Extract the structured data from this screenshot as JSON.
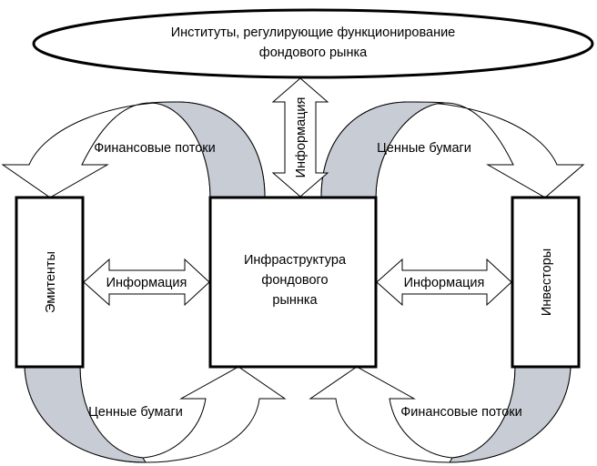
{
  "institutions": {
    "line1": "Институты, регулирующие функционирование",
    "line2": "фондового рынка"
  },
  "infrastructure": {
    "line1": "Инфраструктура",
    "line2": "фондового",
    "line3": "рыннка"
  },
  "issuers": "Эмитенты",
  "investors": "Инвесторы",
  "info_vertical": "Информация",
  "info_left": "Информация",
  "info_right": "Информация",
  "flows": {
    "top_left": "Финансовые потоки",
    "top_right": "Ценные бумаги",
    "bottom_left": "Ценные бумаги",
    "bottom_right": "Финансовые потоки"
  },
  "colors": {
    "band": "#c8ccd4",
    "stroke": "#000000"
  }
}
